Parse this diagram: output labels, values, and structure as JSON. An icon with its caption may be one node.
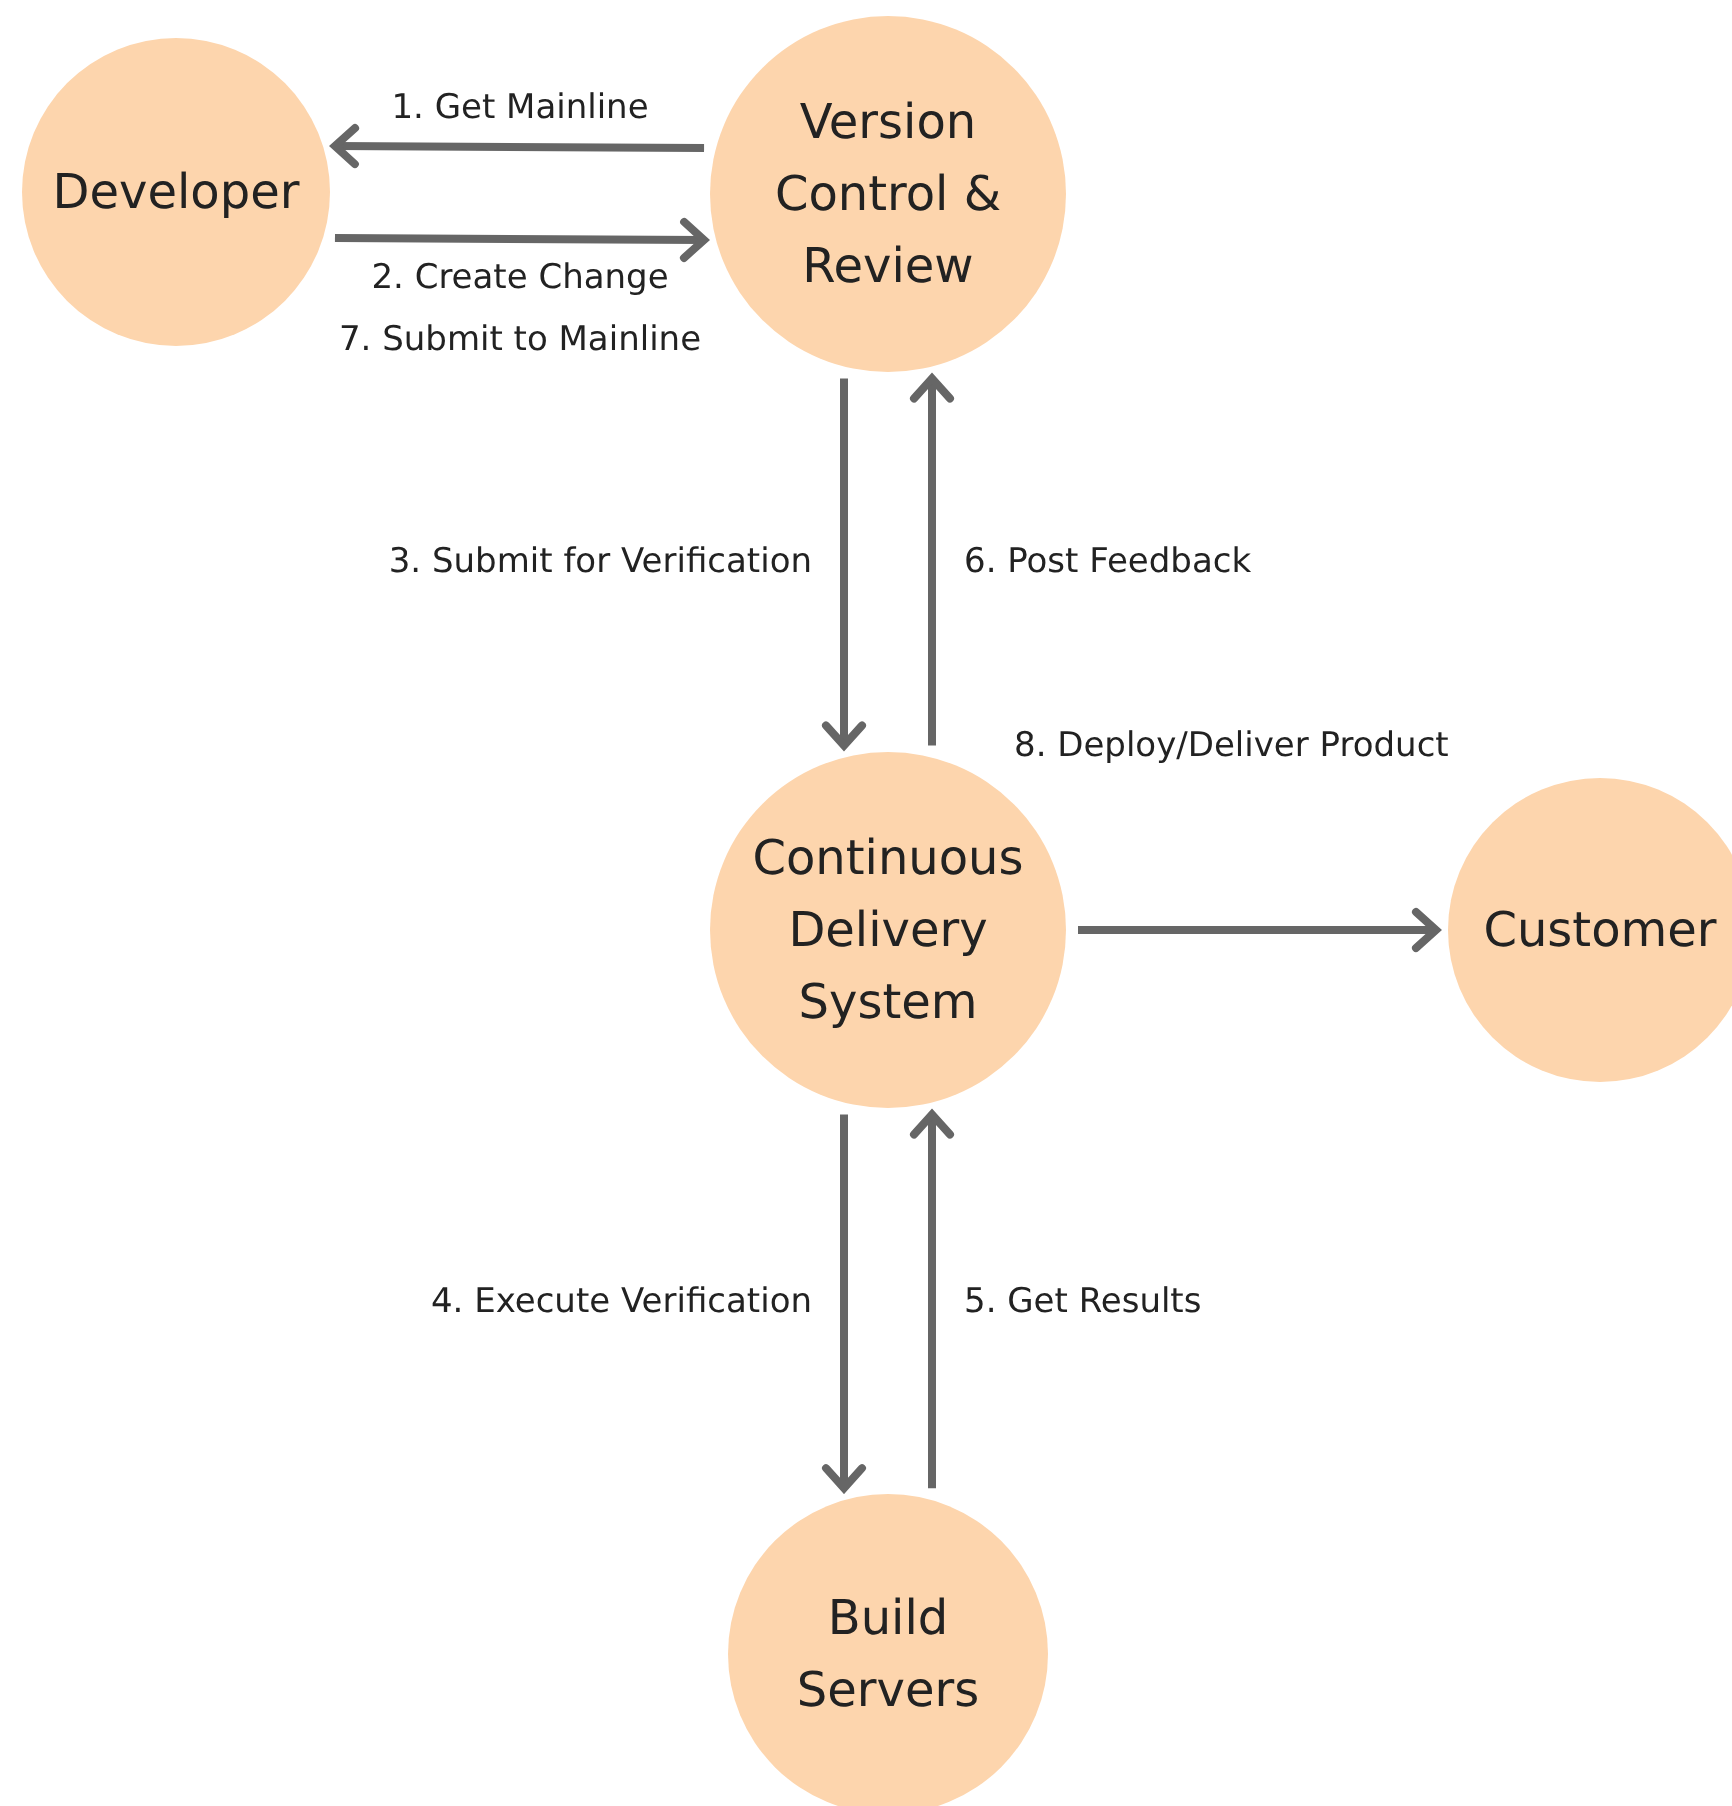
{
  "diagram": {
    "nodes": [
      {
        "text": [
          "Developer"
        ]
      },
      {
        "text": [
          "Version Control & Review"
        ]
      },
      {
        "text": [
          "Continuous Delivery System"
        ]
      },
      {
        "text": [
          "Customer"
        ]
      },
      {
        "text": [
          "Build Servers"
        ]
      }
    ],
    "edges": [
      {
        "from": 1,
        "to": 0,
        "arrow": "to",
        "label": "1. Get Mainline"
      },
      {
        "from": 0,
        "to": 1,
        "arrow": "to",
        "label": "2. Create Change"
      },
      {
        "from": 1,
        "to": 2,
        "arrow": "to",
        "label": "3. Submit for Verification"
      },
      {
        "from": 2,
        "to": 1,
        "arrow": "to",
        "label": "6. Post Feedback"
      },
      {
        "from": 2,
        "to": 4,
        "arrow": "to",
        "label": "4. Execute Verification"
      },
      {
        "from": 4,
        "to": 2,
        "arrow": "to",
        "label": "5. Get Results"
      },
      {
        "from": 2,
        "to": 3,
        "arrow": "to",
        "label": "8. Deploy/Deliver Product"
      }
    ],
    "labels": [
      "7. Submit to Mainline"
    ]
  }
}
